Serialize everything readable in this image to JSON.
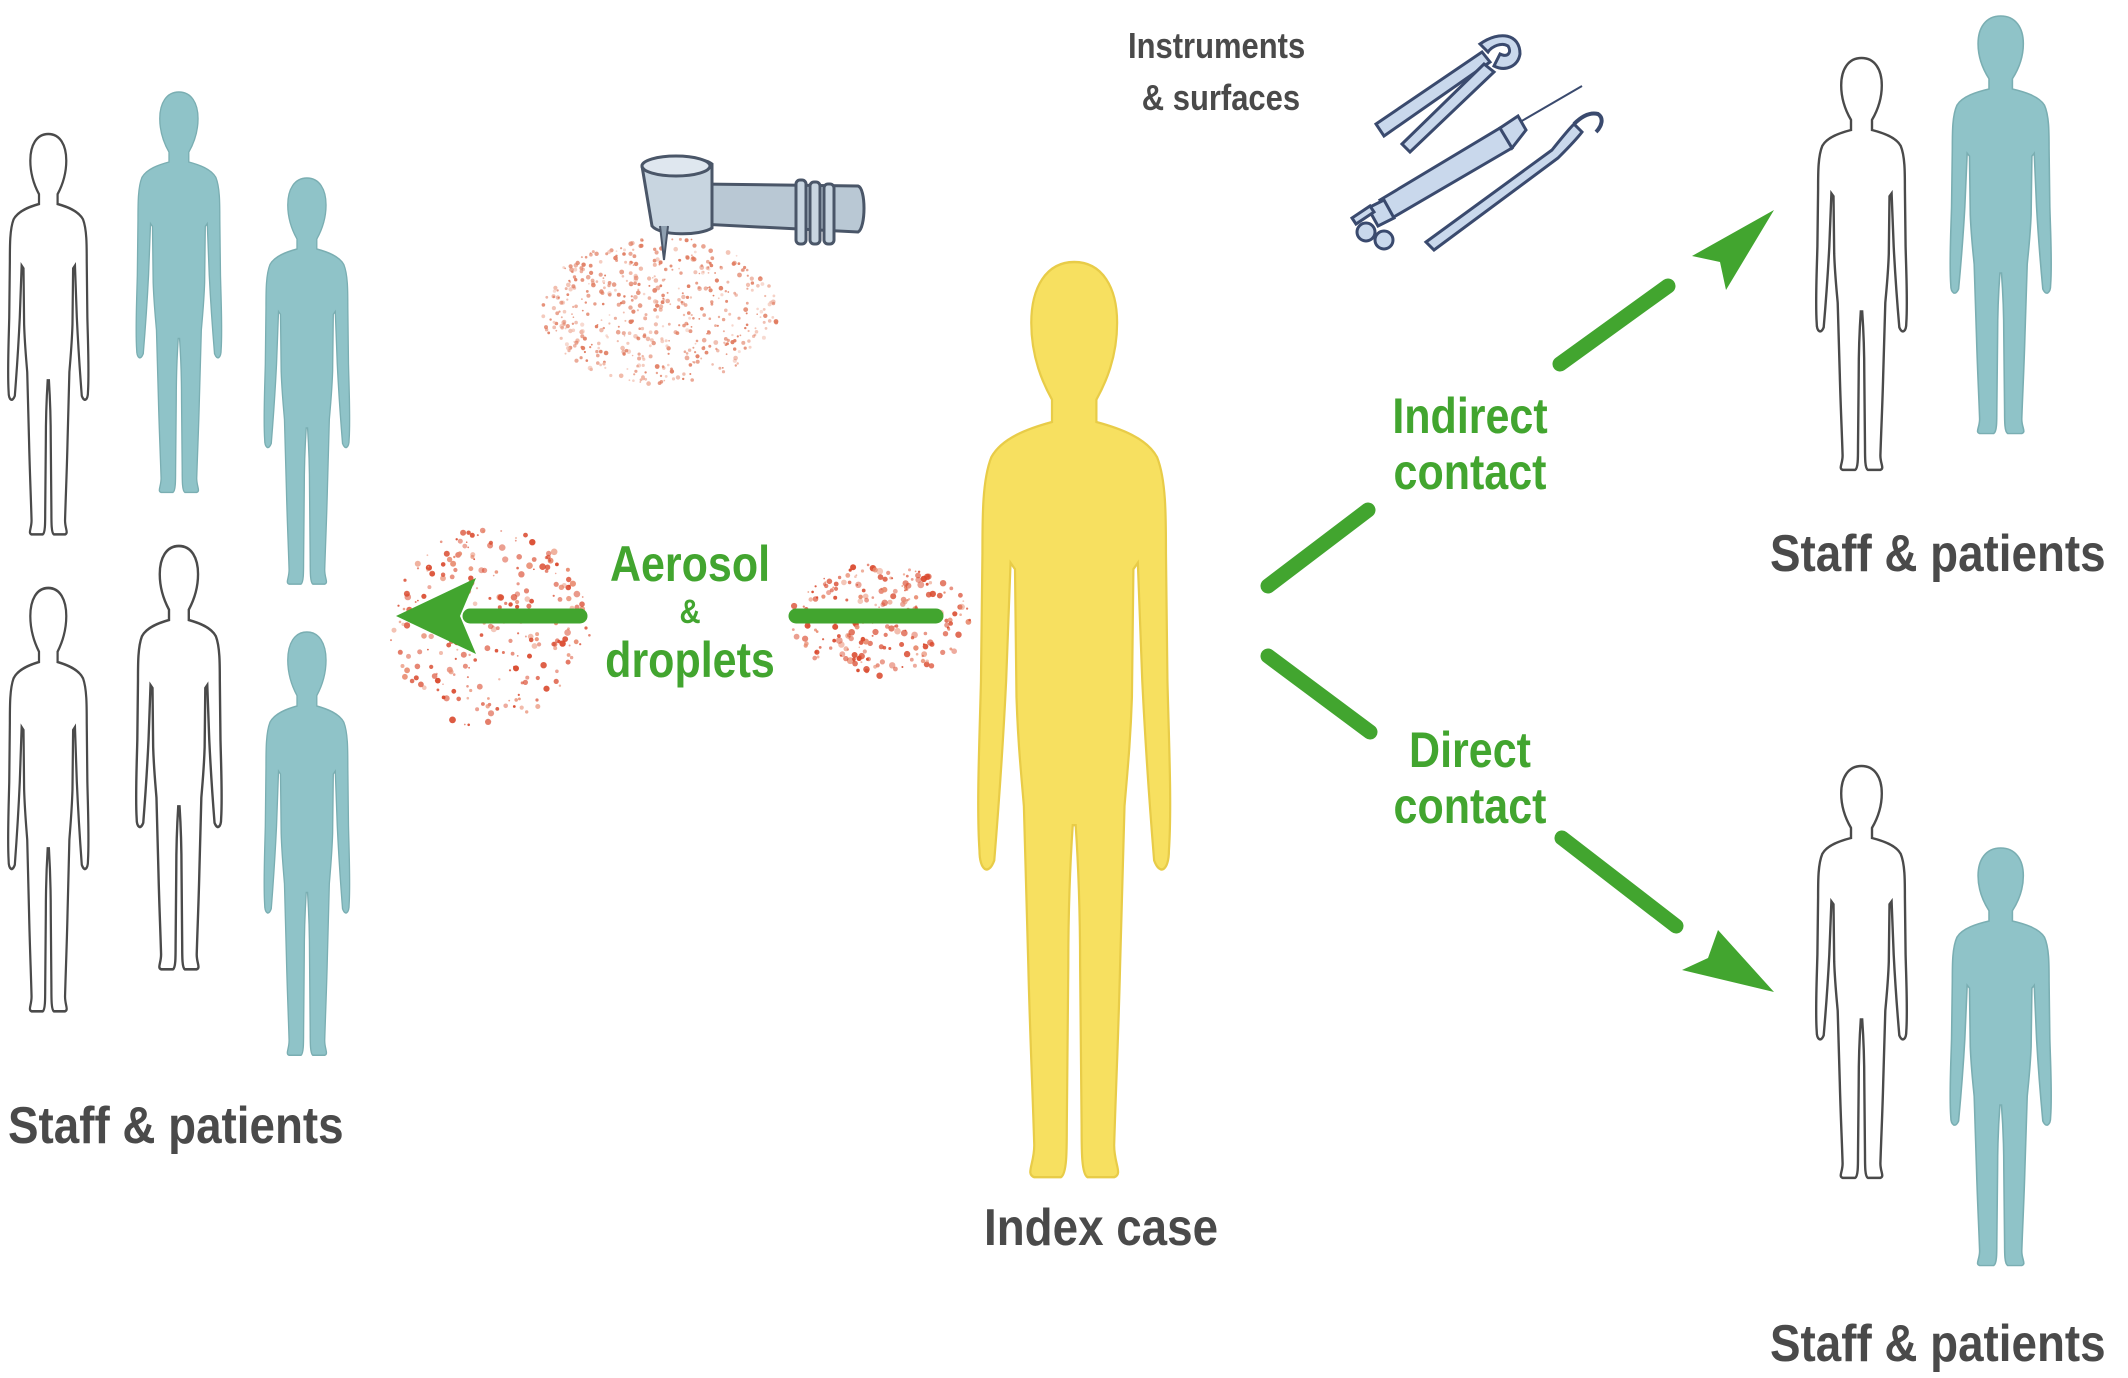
{
  "colors": {
    "arrow": "#42a52f",
    "index_body": "#f7e060",
    "filled_person": "#8fc3c8",
    "outline_person": "#ffffff",
    "outline_stroke": "#4a4a4a",
    "particle": "#d9472b",
    "text": "#4a4a4a"
  },
  "index_case": {
    "label": "Index case"
  },
  "instruments": {
    "line1": "Instruments",
    "line2": "& surfaces"
  },
  "routes": {
    "aerosol": {
      "line1": "Aerosol",
      "amp": "&",
      "line2": "droplets"
    },
    "indirect": {
      "line1": "Indirect",
      "line2": "contact"
    },
    "direct": {
      "line1": "Direct",
      "line2": "contact"
    }
  },
  "groups": {
    "left": {
      "label": "Staff & patients"
    },
    "top_right": {
      "label": "Staff & patients"
    },
    "bottom_right": {
      "label": "Staff & patients"
    }
  },
  "icons": [
    "dental-handpiece-icon",
    "extraction-forceps-icon",
    "dental-syringe-icon",
    "dental-probe-icon",
    "aerosol-particles-icon"
  ]
}
